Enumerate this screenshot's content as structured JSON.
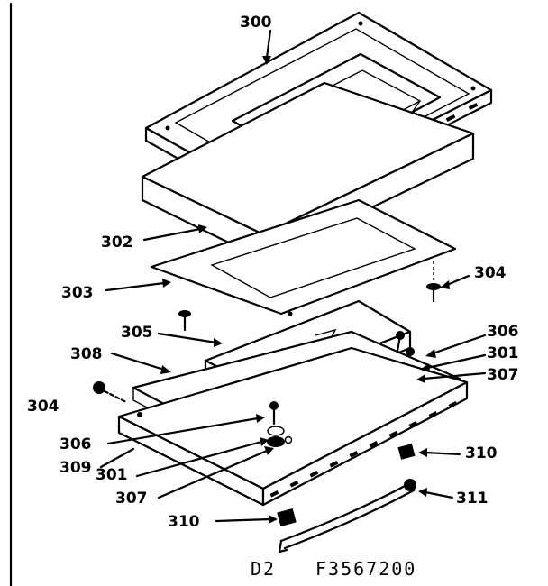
{
  "labels": {
    "p300": "300",
    "p302": "302",
    "p303": "303",
    "p304a": "304",
    "p305": "305",
    "p306a": "306",
    "p301a": "301",
    "p307a": "307",
    "p308": "308",
    "p304b": "304",
    "p306b": "306",
    "p309": "309",
    "p301b": "301",
    "p307b": "307",
    "p310a": "310",
    "p310b": "310",
    "p311": "311"
  },
  "footer": {
    "section": "D2",
    "code": "F3567200"
  }
}
